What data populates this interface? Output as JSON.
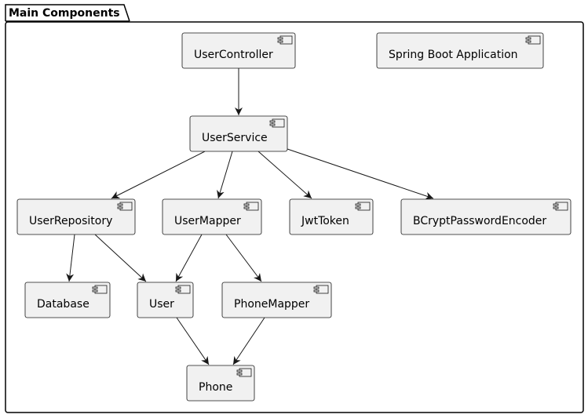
{
  "package": {
    "title": "Main Components"
  },
  "components": [
    {
      "id": "user-controller",
      "label": "UserController"
    },
    {
      "id": "spring-boot-application",
      "label": "Spring Boot Application"
    },
    {
      "id": "user-service",
      "label": "UserService"
    },
    {
      "id": "user-repository",
      "label": "UserRepository"
    },
    {
      "id": "user-mapper",
      "label": "UserMapper"
    },
    {
      "id": "jwt-token",
      "label": "JwtToken"
    },
    {
      "id": "bcrypt-password-encoder",
      "label": "BCryptPasswordEncoder"
    },
    {
      "id": "database",
      "label": "Database"
    },
    {
      "id": "user",
      "label": "User"
    },
    {
      "id": "phone-mapper",
      "label": "PhoneMapper"
    },
    {
      "id": "phone",
      "label": "Phone"
    }
  ],
  "edges": [
    {
      "from": "user-controller",
      "to": "user-service"
    },
    {
      "from": "user-service",
      "to": "user-repository"
    },
    {
      "from": "user-service",
      "to": "user-mapper"
    },
    {
      "from": "user-service",
      "to": "jwt-token"
    },
    {
      "from": "user-service",
      "to": "bcrypt-password-encoder"
    },
    {
      "from": "user-repository",
      "to": "database"
    },
    {
      "from": "user-repository",
      "to": "user"
    },
    {
      "from": "user-mapper",
      "to": "user"
    },
    {
      "from": "user-mapper",
      "to": "phone-mapper"
    },
    {
      "from": "user",
      "to": "phone"
    },
    {
      "from": "phone-mapper",
      "to": "phone"
    }
  ],
  "colors": {
    "component_fill": "#f1f1f1",
    "stroke": "#181818",
    "background": "#ffffff"
  }
}
